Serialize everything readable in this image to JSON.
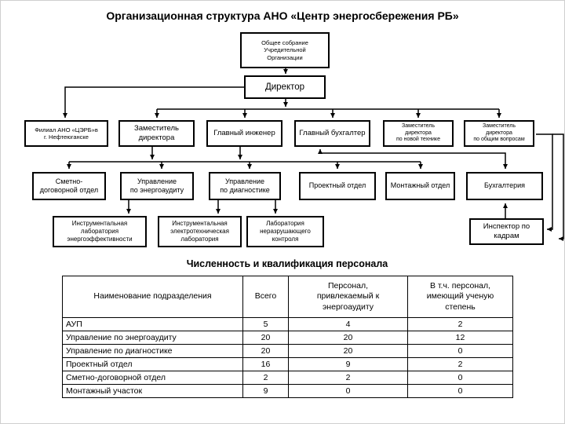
{
  "page": {
    "title": "Организационная структура АНО «Центр энергосбережения РБ»"
  },
  "org_chart": {
    "nodes": {
      "assembly": "Общее собрание\nУчредительной\nОрганизации",
      "director": "Директор",
      "branch": "Филиал АНО «ЦЭРБ»в\nг. Нефтеюганске",
      "deputy_director": "Заместитель\nдиректора",
      "chief_engineer": "Главный инженер",
      "chief_accountant": "Главный бухгалтер",
      "deputy_new_tech": "Заместитель\nдиректора\nпо новой технике",
      "deputy_general": "Заместитель\nдиректора\nпо общим вопросам",
      "estimate_dept": "Сметно-\nдоговорной отдел",
      "energy_audit_dept": "Управление\nпо энергоаудиту",
      "diagnostics_dept": "Управление\nпо диагностике",
      "project_dept": "Проектный отдел",
      "installation_dept": "Монтажный отдел",
      "accounting_dept": "Бухгалтерия",
      "lab_energy": "Инструментальная\nлаборатория\nэнергоэффективности",
      "lab_electro": "Инструментальная\nэлектротехническая\nлаборатория",
      "lab_ndt": "Лаборатория\nнеразрушающего\nконтроля",
      "hr_inspector": "Инспектор по\nкадрам"
    },
    "line_color": "#000000"
  },
  "table": {
    "title": "Численность и квалификация персонала",
    "headers": [
      "Наименование подразделения",
      "Всего",
      "Персонал,\nпривлекаемый к\nэнергоаудиту",
      "В т.ч. персонал,\nимеющий ученую\nстепень"
    ],
    "rows": [
      {
        "name": "АУП",
        "total": "5",
        "audit": "4",
        "degree": "2"
      },
      {
        "name": "Управление по энергоаудиту",
        "total": "20",
        "audit": "20",
        "degree": "12"
      },
      {
        "name": "Управление по диагностике",
        "total": "20",
        "audit": "20",
        "degree": "0"
      },
      {
        "name": "Проектный отдел",
        "total": "16",
        "audit": "9",
        "degree": "2"
      },
      {
        "name": "Сметно-договорной отдел",
        "total": "2",
        "audit": "2",
        "degree": "0"
      },
      {
        "name": "Монтажный участок",
        "total": "9",
        "audit": "0",
        "degree": "0"
      }
    ]
  }
}
